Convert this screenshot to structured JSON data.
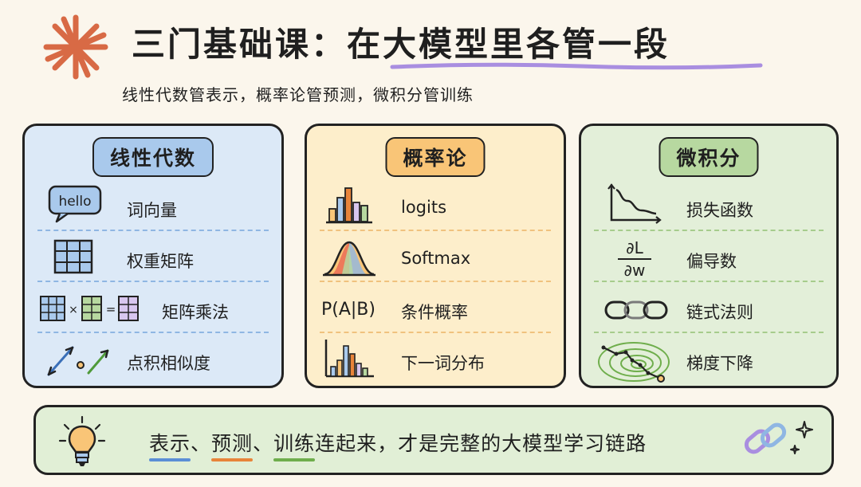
{
  "title": {
    "part1": "三门基础课：",
    "part2": "在大模型里各管一段"
  },
  "subtitle": "线性代数管表示，概率论管预测，微积分管训练",
  "panels": {
    "linear_algebra": {
      "title": "线性代数",
      "items": [
        {
          "label": "词向量",
          "icon": "hello-speech-bubble-icon",
          "icon_text": "hello"
        },
        {
          "label": "权重矩阵",
          "icon": "grid-matrix-icon"
        },
        {
          "label": "矩阵乘法",
          "icon": "matrix-multiply-icon",
          "times": "×",
          "equals": "="
        },
        {
          "label": "点积相似度",
          "icon": "vectors-dot-icon"
        }
      ]
    },
    "probability": {
      "title": "概率论",
      "items": [
        {
          "label": "logits",
          "icon": "bar-chart-icon"
        },
        {
          "label": "Softmax",
          "icon": "bell-curve-icon"
        },
        {
          "label": "条件概率",
          "icon": "conditional-formula-icon",
          "icon_text": "P(A|B)"
        },
        {
          "label": "下一词分布",
          "icon": "distribution-chart-icon"
        }
      ]
    },
    "calculus": {
      "title": "微积分",
      "items": [
        {
          "label": "损失函数",
          "icon": "loss-curve-icon"
        },
        {
          "label": "偏导数",
          "icon": "partial-derivative-icon",
          "icon_num": "∂L",
          "icon_den": "∂w"
        },
        {
          "label": "链式法则",
          "icon": "chain-links-icon"
        },
        {
          "label": "梯度下降",
          "icon": "contour-descent-icon"
        }
      ]
    }
  },
  "bottom": {
    "w1": "表示",
    "sep1": "、",
    "w2": "预测",
    "sep2": "、",
    "w3": "训练",
    "rest": "连起来，才是完整的大模型学习链路",
    "left_icon": "lightbulb-icon",
    "right_icon": "chain-sparkle-icon"
  },
  "colors": {
    "blue": "#a9c9ec",
    "orange": "#f9c577",
    "green": "#b7d8a0",
    "accent_sun": "#d86a45",
    "underline_purple": "#a98ee0"
  }
}
